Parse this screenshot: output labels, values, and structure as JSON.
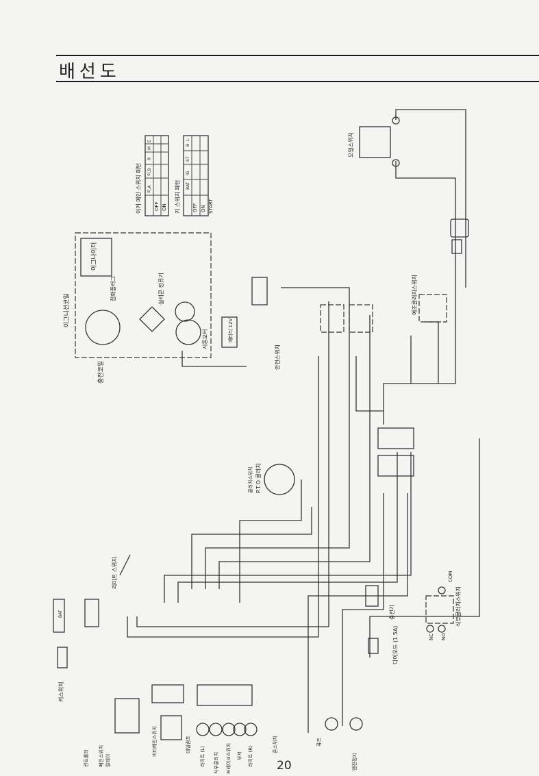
{
  "page": {
    "title": "배선도",
    "page_number": "20"
  },
  "tables": {
    "main_switch": {
      "title": "이커 메인 스위치 패턴",
      "columns": [
        "",
        "이.A",
        "이.B",
        "R",
        "M",
        "E"
      ],
      "rows": [
        "OFF",
        "ON"
      ]
    },
    "key_switch": {
      "title": "키 스위치 패턴",
      "columns": [
        "",
        "BAT",
        "IG",
        "ST",
        "B",
        "L"
      ],
      "rows": [
        "OFF",
        "ON",
        "START"
      ]
    }
  },
  "labels": {
    "ignition_coil": "이그니션코일",
    "charge_coil": "충전코일",
    "igniter": "이그나이터",
    "spark_plug": "점화플러그",
    "rectifier": "실리콘 정류기",
    "starter_motor": "시동모터",
    "starter_relay": "릴레이",
    "battery": "배터리 12V",
    "safety_switch": "안전스위치",
    "oil_switch": "오일스위치",
    "pto_clutch": "P.T.O 클러치",
    "clutch_switch": "클러치스위치",
    "mower_switch": "예초클러치스위치",
    "limit_switch": "리미트 스위치",
    "key_switch": "키스위치",
    "bat": "BAT",
    "charger": "충전기",
    "diode": "다이오드 (1.5A)",
    "com": "COM",
    "nc": "NC",
    "no": "NO",
    "seat_switch": "식부클러치스위치",
    "meter_relay": "미터메인스위치",
    "fuse": "퓨즈",
    "light_l": "라이트 (L)",
    "light_r": "라이트 (R)",
    "brake_switch": "브레이크스위치",
    "planting_switch": "식부클러치",
    "buzzer": "부저",
    "main_switch": "메인스위치",
    "horn_switch": "혼스위치",
    "tail_lamp": "테일램프",
    "controller": "컨트롤러",
    "engine_stop": "엔진정지"
  }
}
